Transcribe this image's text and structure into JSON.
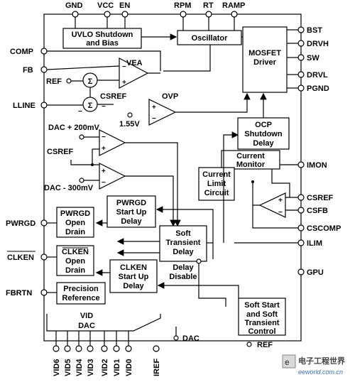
{
  "pins": {
    "top": [
      "GND",
      "VCC",
      "EN",
      "RPM",
      "RT",
      "RAMP"
    ],
    "left": [
      "COMP",
      "FB",
      "LLINE",
      "PWRGD",
      "CLKEN",
      "FBRTN"
    ],
    "right": [
      "BST",
      "DRVH",
      "SW",
      "DRVL",
      "PGND",
      "IMON",
      "CSREF",
      "CSFB",
      "CSCOMP",
      "ILIM",
      "GPU"
    ],
    "bottom": [
      "VID6",
      "VID5",
      "VID4",
      "VID3",
      "VID2",
      "VID1",
      "VID0",
      "IREF"
    ]
  },
  "blocks": {
    "uvlo": [
      "UVLO Shutdown",
      "and Bias"
    ],
    "oscillator": "Oscillator",
    "mosfet_driver": [
      "MOSFET",
      "Driver"
    ],
    "ocp": [
      "OCP",
      "Shutdown",
      "Delay"
    ],
    "current_monitor": [
      "Current",
      "Monitor"
    ],
    "current_limit": [
      "Current",
      "Limit",
      "Circuit"
    ],
    "pwrgd_delay": [
      "PWRGD",
      "Start Up",
      "Delay"
    ],
    "soft_transient": [
      "Soft",
      "Transient",
      "Delay"
    ],
    "clken_delay": [
      "CLKEN",
      "Start Up",
      "Delay"
    ],
    "pwrgd_od": [
      "PWRGD",
      "Open",
      "Drain"
    ],
    "clken_od": [
      "CLKEN",
      "Open",
      "Drain"
    ],
    "precision_ref": [
      "Precision",
      "Reference"
    ],
    "soft_start": [
      "Soft Start",
      "and Soft",
      "Transient",
      "Control"
    ],
    "vid_dac": [
      "VID",
      "DAC"
    ]
  },
  "labels": {
    "vea": "VEA",
    "ovp": "OVP",
    "ref": "REF",
    "csref_inner": "CSREF",
    "csref_left": "CSREF",
    "v155": "1.55V",
    "dac_plus": "DAC + 200mV",
    "dac_minus": "DAC - 300mV",
    "delay_disable": [
      "Delay",
      "Disable"
    ],
    "dac_node": "DAC",
    "ref_node": "REF",
    "sigma": "Σ"
  },
  "watermark": {
    "cn": "电子工程世界",
    "en": "eeworld.com.cn"
  }
}
